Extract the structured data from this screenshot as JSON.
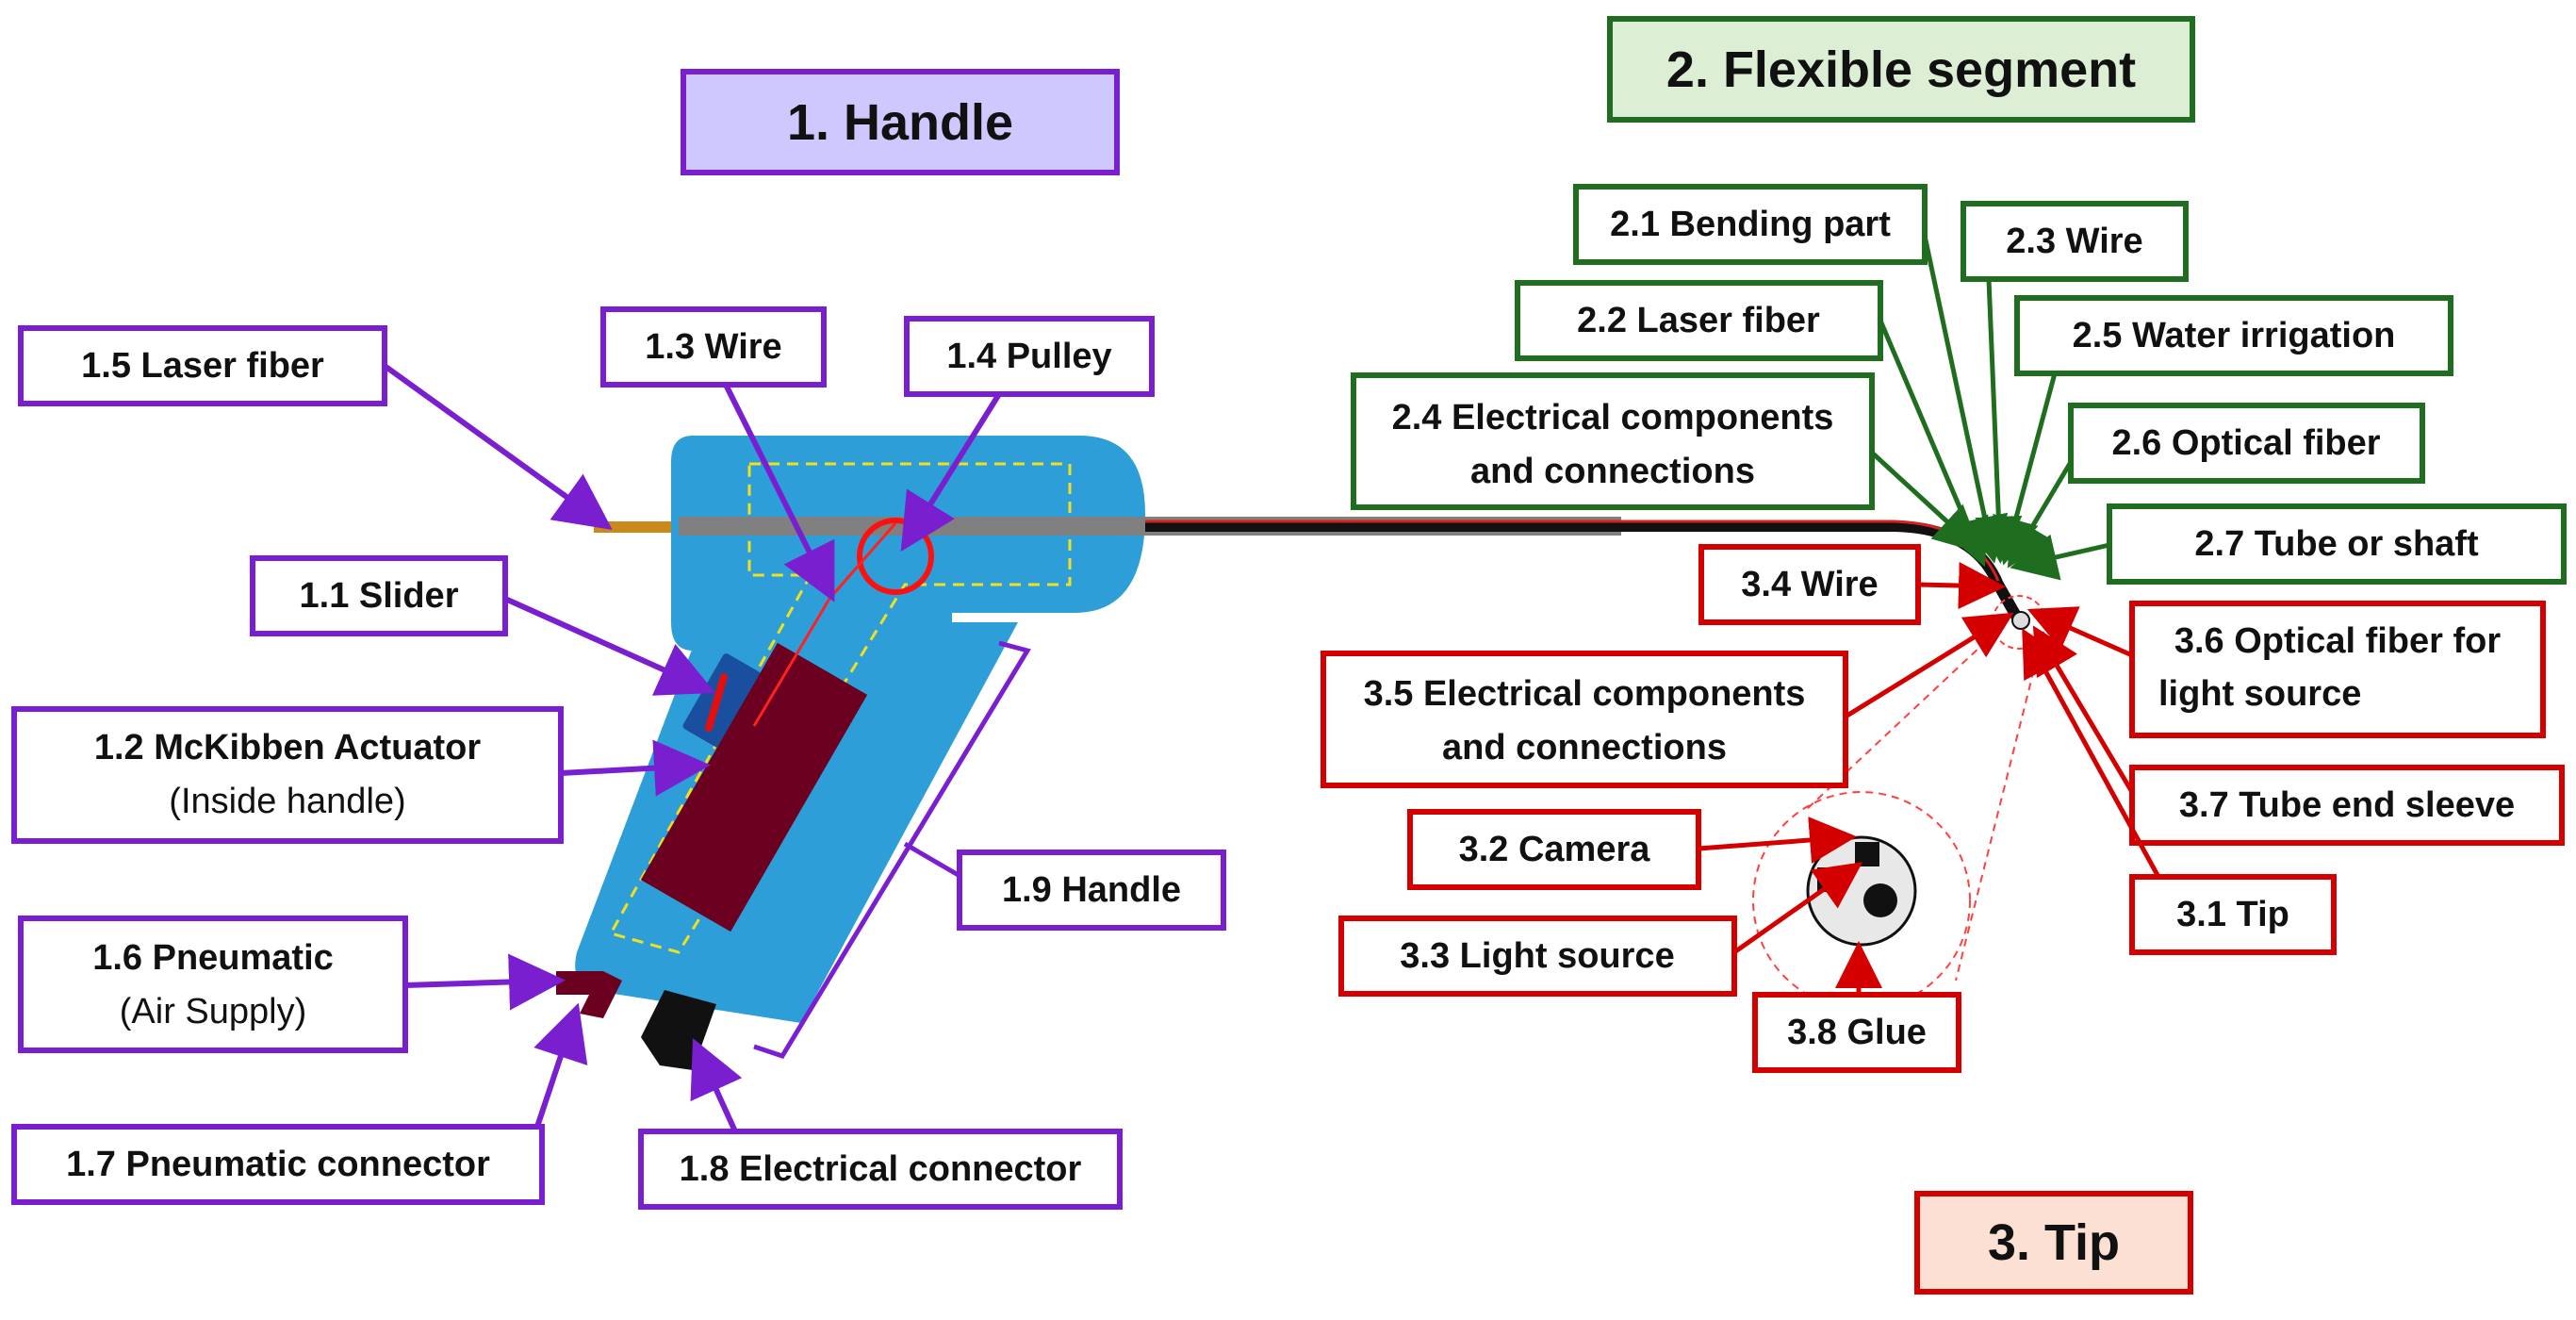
{
  "colors": {
    "handle": "#7a1fd0",
    "handle_fill": "#cfc8ff",
    "flex": "#1f6e1f",
    "flex_fill": "#dcefd5",
    "tip": "#d40000",
    "tip_fill": "#fbe0d3",
    "device_body": "#2e9ed9",
    "actuator": "#6b0020"
  },
  "headers": {
    "handle": "1. Handle",
    "flexible": "2. Flexible segment",
    "tip": "3. Tip"
  },
  "handle_labels": {
    "laser_fiber": "1.5 Laser fiber",
    "wire": "1.3 Wire",
    "pulley": "1.4 Pulley",
    "slider": "1.1 Slider",
    "mckibben": "1.2 McKibben Actuator",
    "mckibben_sub": "(Inside handle)",
    "handle": "1.9 Handle",
    "pneumatic": "1.6 Pneumatic",
    "pneumatic_sub": "(Air Supply)",
    "pneumatic_connector": "1.7 Pneumatic connector",
    "electrical_connector": "1.8 Electrical connector"
  },
  "flex_labels": {
    "bending": "2.1 Bending part",
    "wire": "2.3 Wire",
    "laser": "2.2 Laser fiber",
    "water": "2.5 Water irrigation",
    "elec_line1": "2.4 Electrical components",
    "elec_line2": "and connections",
    "optical": "2.6 Optical fiber",
    "tube": "2.7 Tube or shaft"
  },
  "tip_labels": {
    "wire": "3.4 Wire",
    "optical_line1": "3.6 Optical fiber for",
    "optical_line2": "light source",
    "elec_line1": "3.5 Electrical components",
    "elec_line2": "and connections",
    "sleeve": "3.7 Tube end sleeve",
    "camera": "3.2 Camera",
    "tip": "3.1 Tip",
    "light": "3.3 Light source",
    "glue": "3.8 Glue"
  }
}
